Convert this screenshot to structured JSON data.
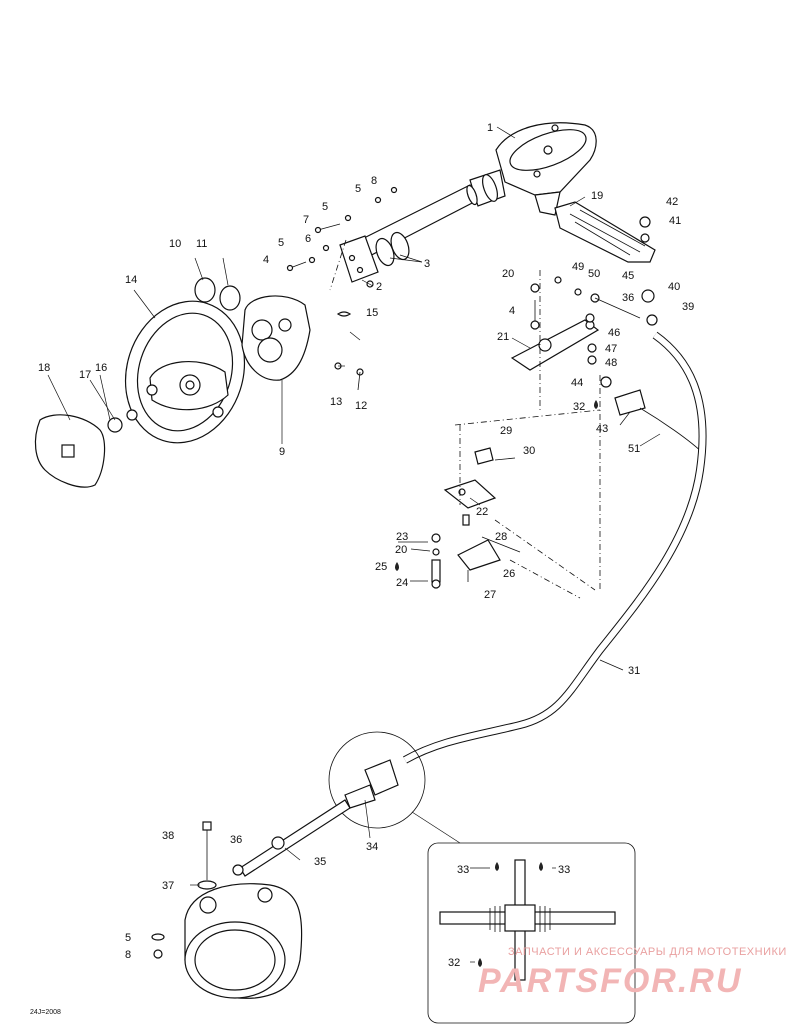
{
  "diagram": {
    "labels": {
      "p1": "1",
      "p2": "2",
      "p3": "3",
      "p4a": "4",
      "p4b": "4",
      "p5a": "5",
      "p5b": "5",
      "p5c": "5",
      "p5d": "5",
      "p6": "6",
      "p7": "7",
      "p8a": "8",
      "p8b": "8",
      "p9": "9",
      "p10": "10",
      "p11": "11",
      "p12": "12",
      "p13": "13",
      "p14": "14",
      "p15": "15",
      "p16": "16",
      "p17": "17",
      "p18": "18",
      "p19": "19",
      "p20a": "20",
      "p20b": "20",
      "p21": "21",
      "p22": "22",
      "p23": "23",
      "p24": "24",
      "p25": "25",
      "p26": "26",
      "p27": "27",
      "p28": "28",
      "p29": "29",
      "p30": "30",
      "p31": "31",
      "p32a": "32",
      "p32b": "32",
      "p33a": "33",
      "p33b": "33",
      "p34": "34",
      "p35": "35",
      "p36a": "36",
      "p36b": "36",
      "p37": "37",
      "p38": "38",
      "p39": "39",
      "p40": "40",
      "p41": "41",
      "p42": "42",
      "p43": "43",
      "p44": "44",
      "p45": "45",
      "p46": "46",
      "p47": "47",
      "p48": "48",
      "p49": "49",
      "p50": "50",
      "p51": "51"
    },
    "figure_code": "24J=2008",
    "watermark_caption": "ЗАПЧАСТИ И АКСЕССУАРЫ ДЛЯ МОТОТЕХНИКИ",
    "watermark_logo": "PARTSFOR.RU"
  }
}
